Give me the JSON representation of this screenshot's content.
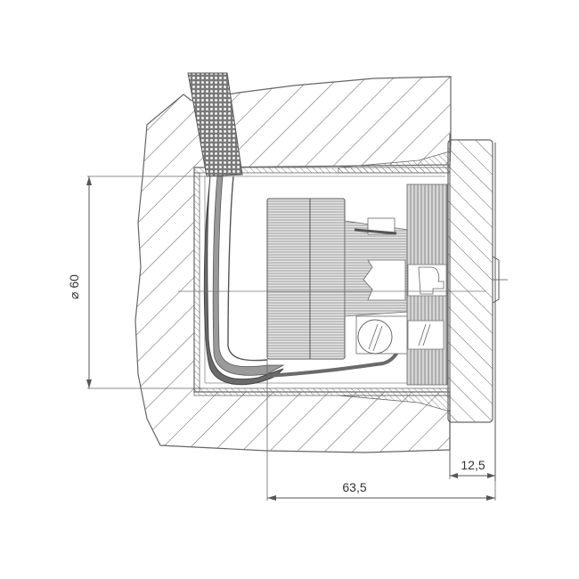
{
  "diagram": {
    "type": "technical-cross-section",
    "subject": "flush-mounted device box in masonry wall with cable entry and cover plate",
    "colors": {
      "line": "#555555",
      "hatch": "#6a6a6a",
      "component_fill": "#cfcfcf",
      "dark_fill": "#8a8a8a",
      "background": "#ffffff"
    },
    "dimensions": {
      "diameter": {
        "symbol": "⌀",
        "value": "60",
        "label": "⌀ 60",
        "orientation": "vertical"
      },
      "depth_total": {
        "value": "63,5",
        "label": "63,5",
        "orientation": "horizontal"
      },
      "plate_thickness": {
        "value": "12,5",
        "label": "12,5",
        "orientation": "horizontal"
      }
    },
    "parts": [
      {
        "id": "wall",
        "label": "wall (masonry section)"
      },
      {
        "id": "cable",
        "label": "cable with braided sheath"
      },
      {
        "id": "box",
        "label": "flush-mounted box"
      },
      {
        "id": "insert",
        "label": "device insert"
      },
      {
        "id": "terminal",
        "label": "terminal block"
      },
      {
        "id": "cover-plate",
        "label": "cover plate"
      }
    ]
  }
}
